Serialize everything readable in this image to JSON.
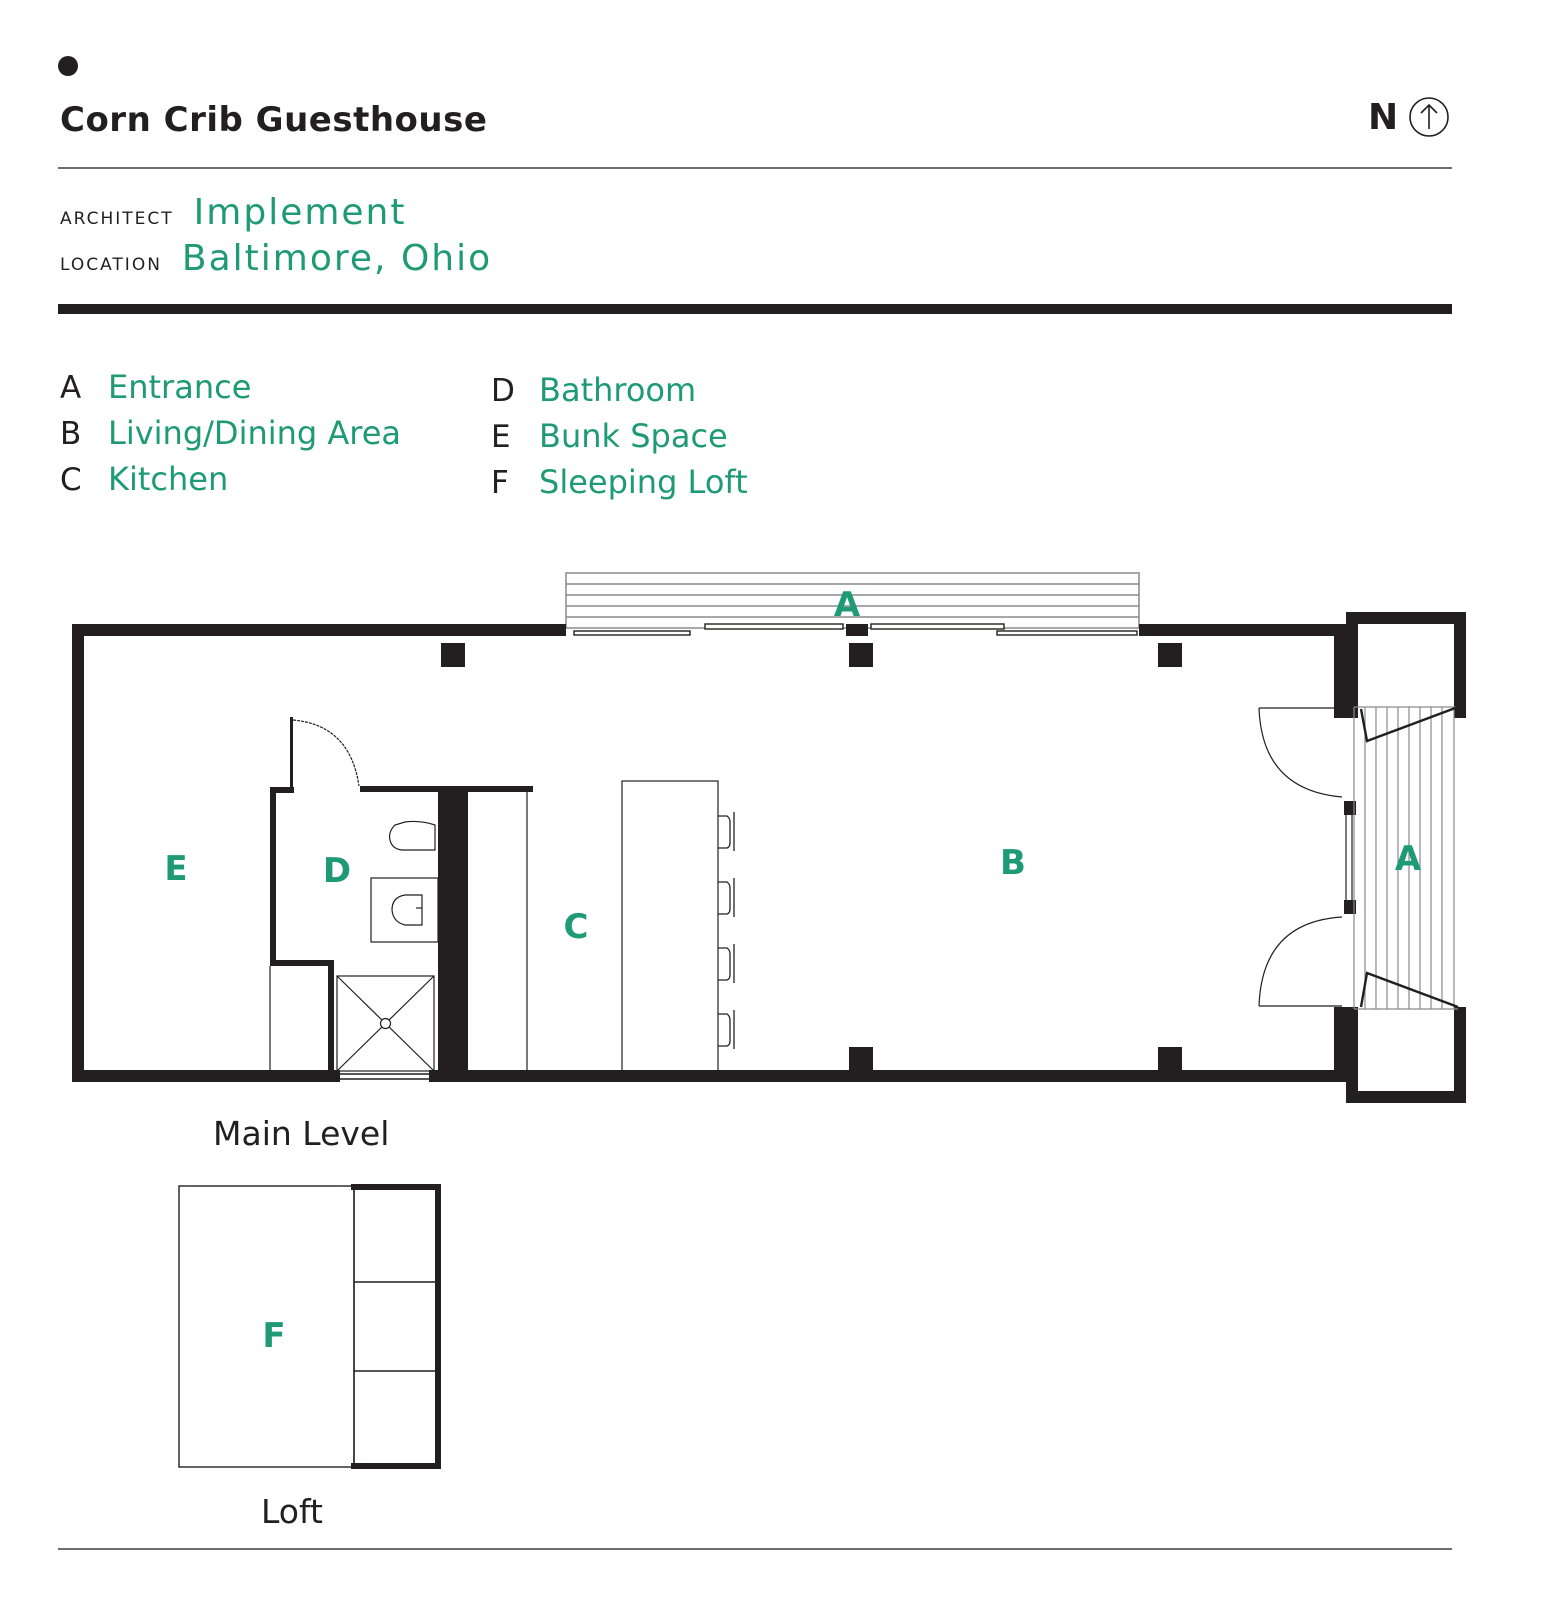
{
  "header": {
    "title": "Corn Crib Guesthouse",
    "north_label": "N",
    "north_icon": "north-arrow-icon"
  },
  "meta": {
    "architect_label": "Architect",
    "architect_value": "Implement",
    "location_label": "Location",
    "location_value": "Baltimore, Ohio"
  },
  "legend": {
    "items": [
      {
        "key": "A",
        "label": "Entrance"
      },
      {
        "key": "B",
        "label": "Living/Dining Area"
      },
      {
        "key": "C",
        "label": "Kitchen"
      },
      {
        "key": "D",
        "label": "Bathroom"
      },
      {
        "key": "E",
        "label": "Bunk Space"
      },
      {
        "key": "F",
        "label": "Sleeping Loft"
      }
    ]
  },
  "plan": {
    "main_level_caption": "Main Level",
    "loft_caption": "Loft",
    "room_labels": {
      "a_deck": "A",
      "a_porch": "A",
      "b": "B",
      "c": "C",
      "d": "D",
      "e": "E",
      "f": "F"
    }
  },
  "colors": {
    "accent": "#1f9b74",
    "ink": "#231f20",
    "rule": "#6d6d6d"
  }
}
